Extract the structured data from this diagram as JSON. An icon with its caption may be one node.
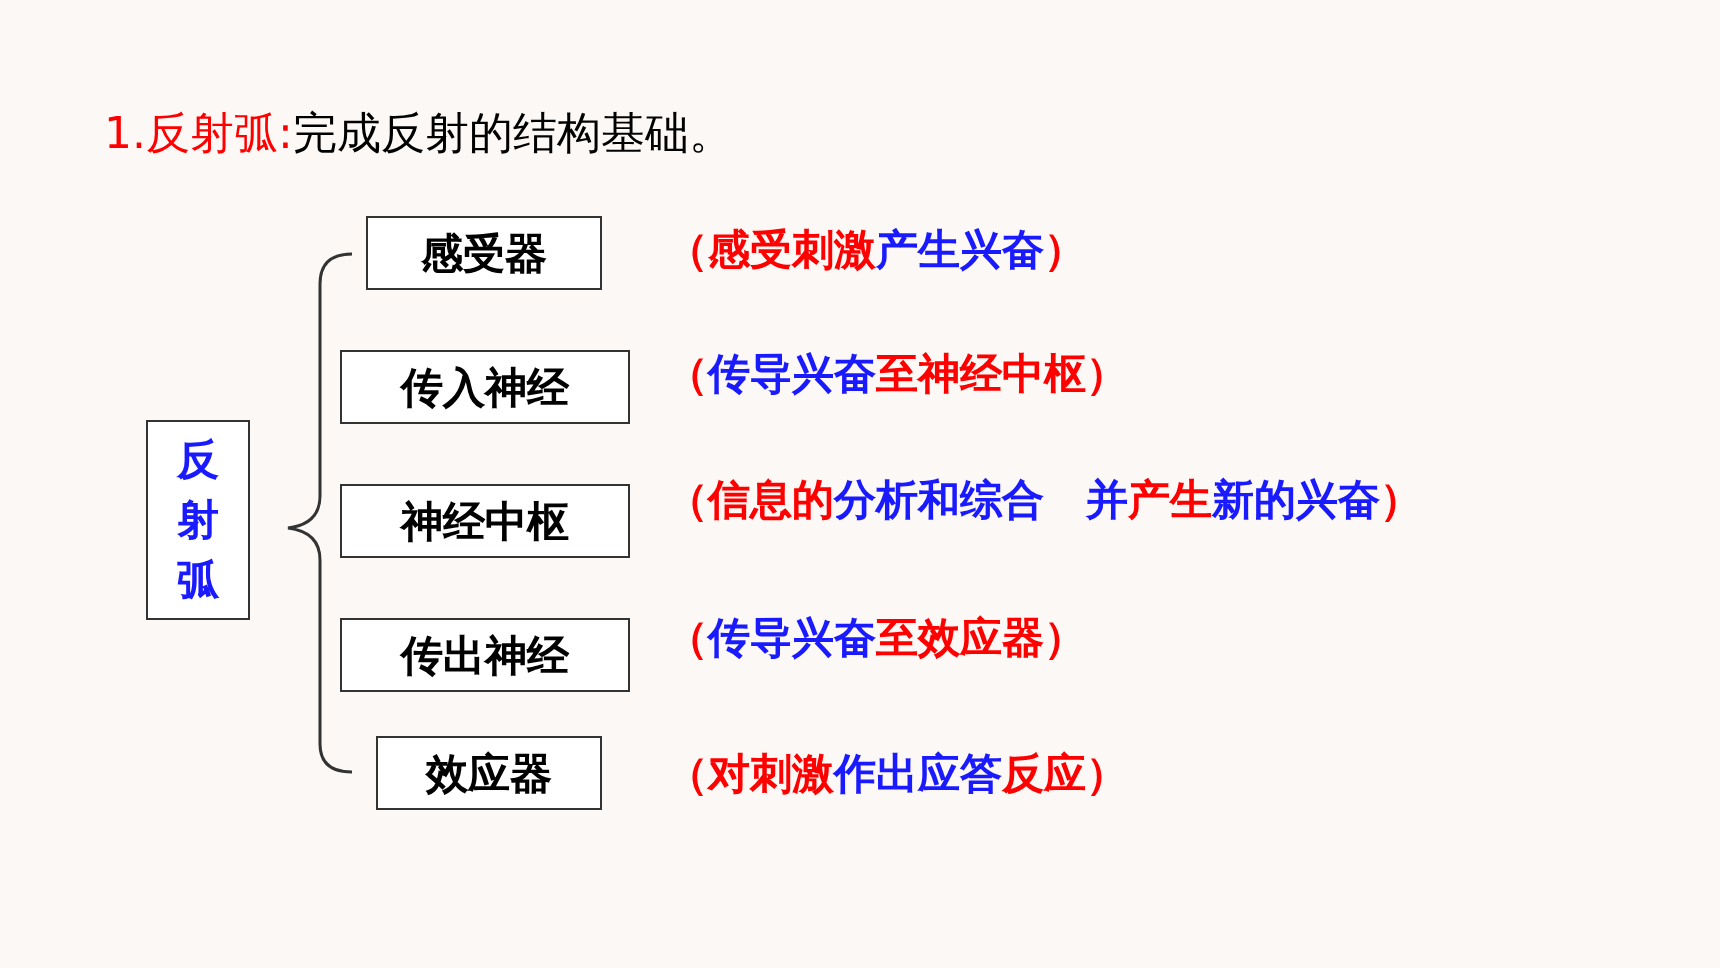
{
  "diagram": {
    "title": "1.反射弧:完成反射的结构基础。",
    "nodes": [
      {
        "text": [
          "反射弧"
        ]
      },
      {
        "text": [
          "感受器"
        ],
        "beside": [
          "（感受刺激产生兴奋）"
        ]
      },
      {
        "text": [
          "传入神经"
        ],
        "beside": [
          "（传导兴奋至神经中枢）"
        ]
      },
      {
        "text": [
          "神经中枢"
        ],
        "beside": [
          "（信息的分析和综合　并产生新的兴奋）"
        ]
      },
      {
        "text": [
          "传出神经"
        ],
        "beside": [
          "（传导兴奋至效应器）"
        ]
      },
      {
        "text": [
          "效应器"
        ],
        "beside": [
          "（对刺激作出应答反应）"
        ]
      }
    ],
    "edges": []
  }
}
